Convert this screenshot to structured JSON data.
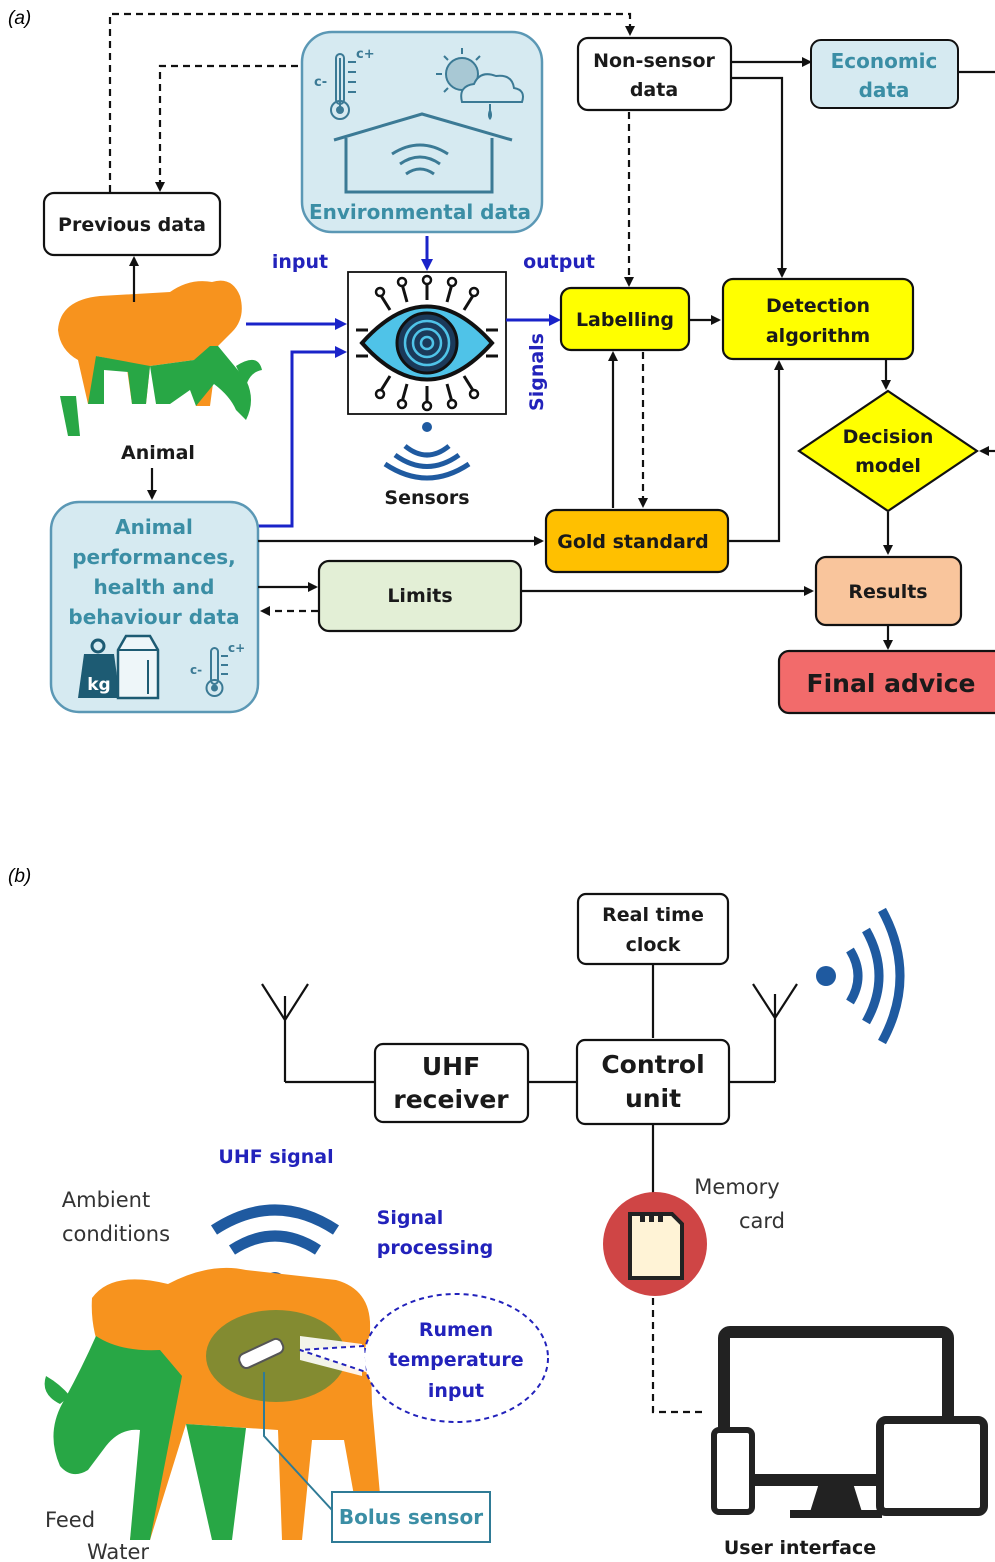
{
  "panel_a": {
    "label": "(a)",
    "previous_data": "Previous data",
    "environmental_data": "Environmental data",
    "non_sensor_data": [
      "Non-sensor",
      "data"
    ],
    "economic_data": [
      "Economic",
      "data"
    ],
    "input": "input",
    "output": "output",
    "labelling": "Labelling",
    "detection_algorithm": [
      "Detection",
      "algorithm"
    ],
    "signals": "Signals",
    "animal": "Animal",
    "sensors": "Sensors",
    "decision_model": [
      "Decision",
      "model"
    ],
    "animal_data": [
      "Animal",
      "performances,",
      "health and",
      "behaviour data"
    ],
    "gold_standard": "Gold standard",
    "limits": "Limits",
    "results": "Results",
    "final_advice": "Final advice",
    "thermo_plus": "c+",
    "thermo_minus": "c-",
    "kg": "kg"
  },
  "panel_b": {
    "label": "(b)",
    "real_time_clock": [
      "Real time",
      "clock"
    ],
    "uhf_receiver": [
      "UHF",
      "receiver"
    ],
    "control_unit": [
      "Control",
      "unit"
    ],
    "memory_card": [
      "Memory",
      "card"
    ],
    "uhf_signal": "UHF signal",
    "ambient_conditions": [
      "Ambient",
      "conditions"
    ],
    "signal_processing": [
      "Signal",
      "processing"
    ],
    "rumen_temperature_input": [
      "Rumen",
      "temperature",
      "input"
    ],
    "bolus_sensor": "Bolus sensor",
    "feed": "Feed",
    "water": "Water",
    "user_interface": "User interface"
  },
  "colors": {
    "arrow_blue": "#1a23c9",
    "env_fill": "#d6eaf1",
    "env_stroke": "#5b98b5",
    "yellow": "#ffff00",
    "gold": "#ffc000",
    "limits_fill": "#e3efd6",
    "results_fill": "#f9c59c",
    "final_fill": "#f26b6b",
    "animal_orange": "#f7931e",
    "animal_green": "#28a745",
    "wifi_blue": "#1f5aa0"
  }
}
